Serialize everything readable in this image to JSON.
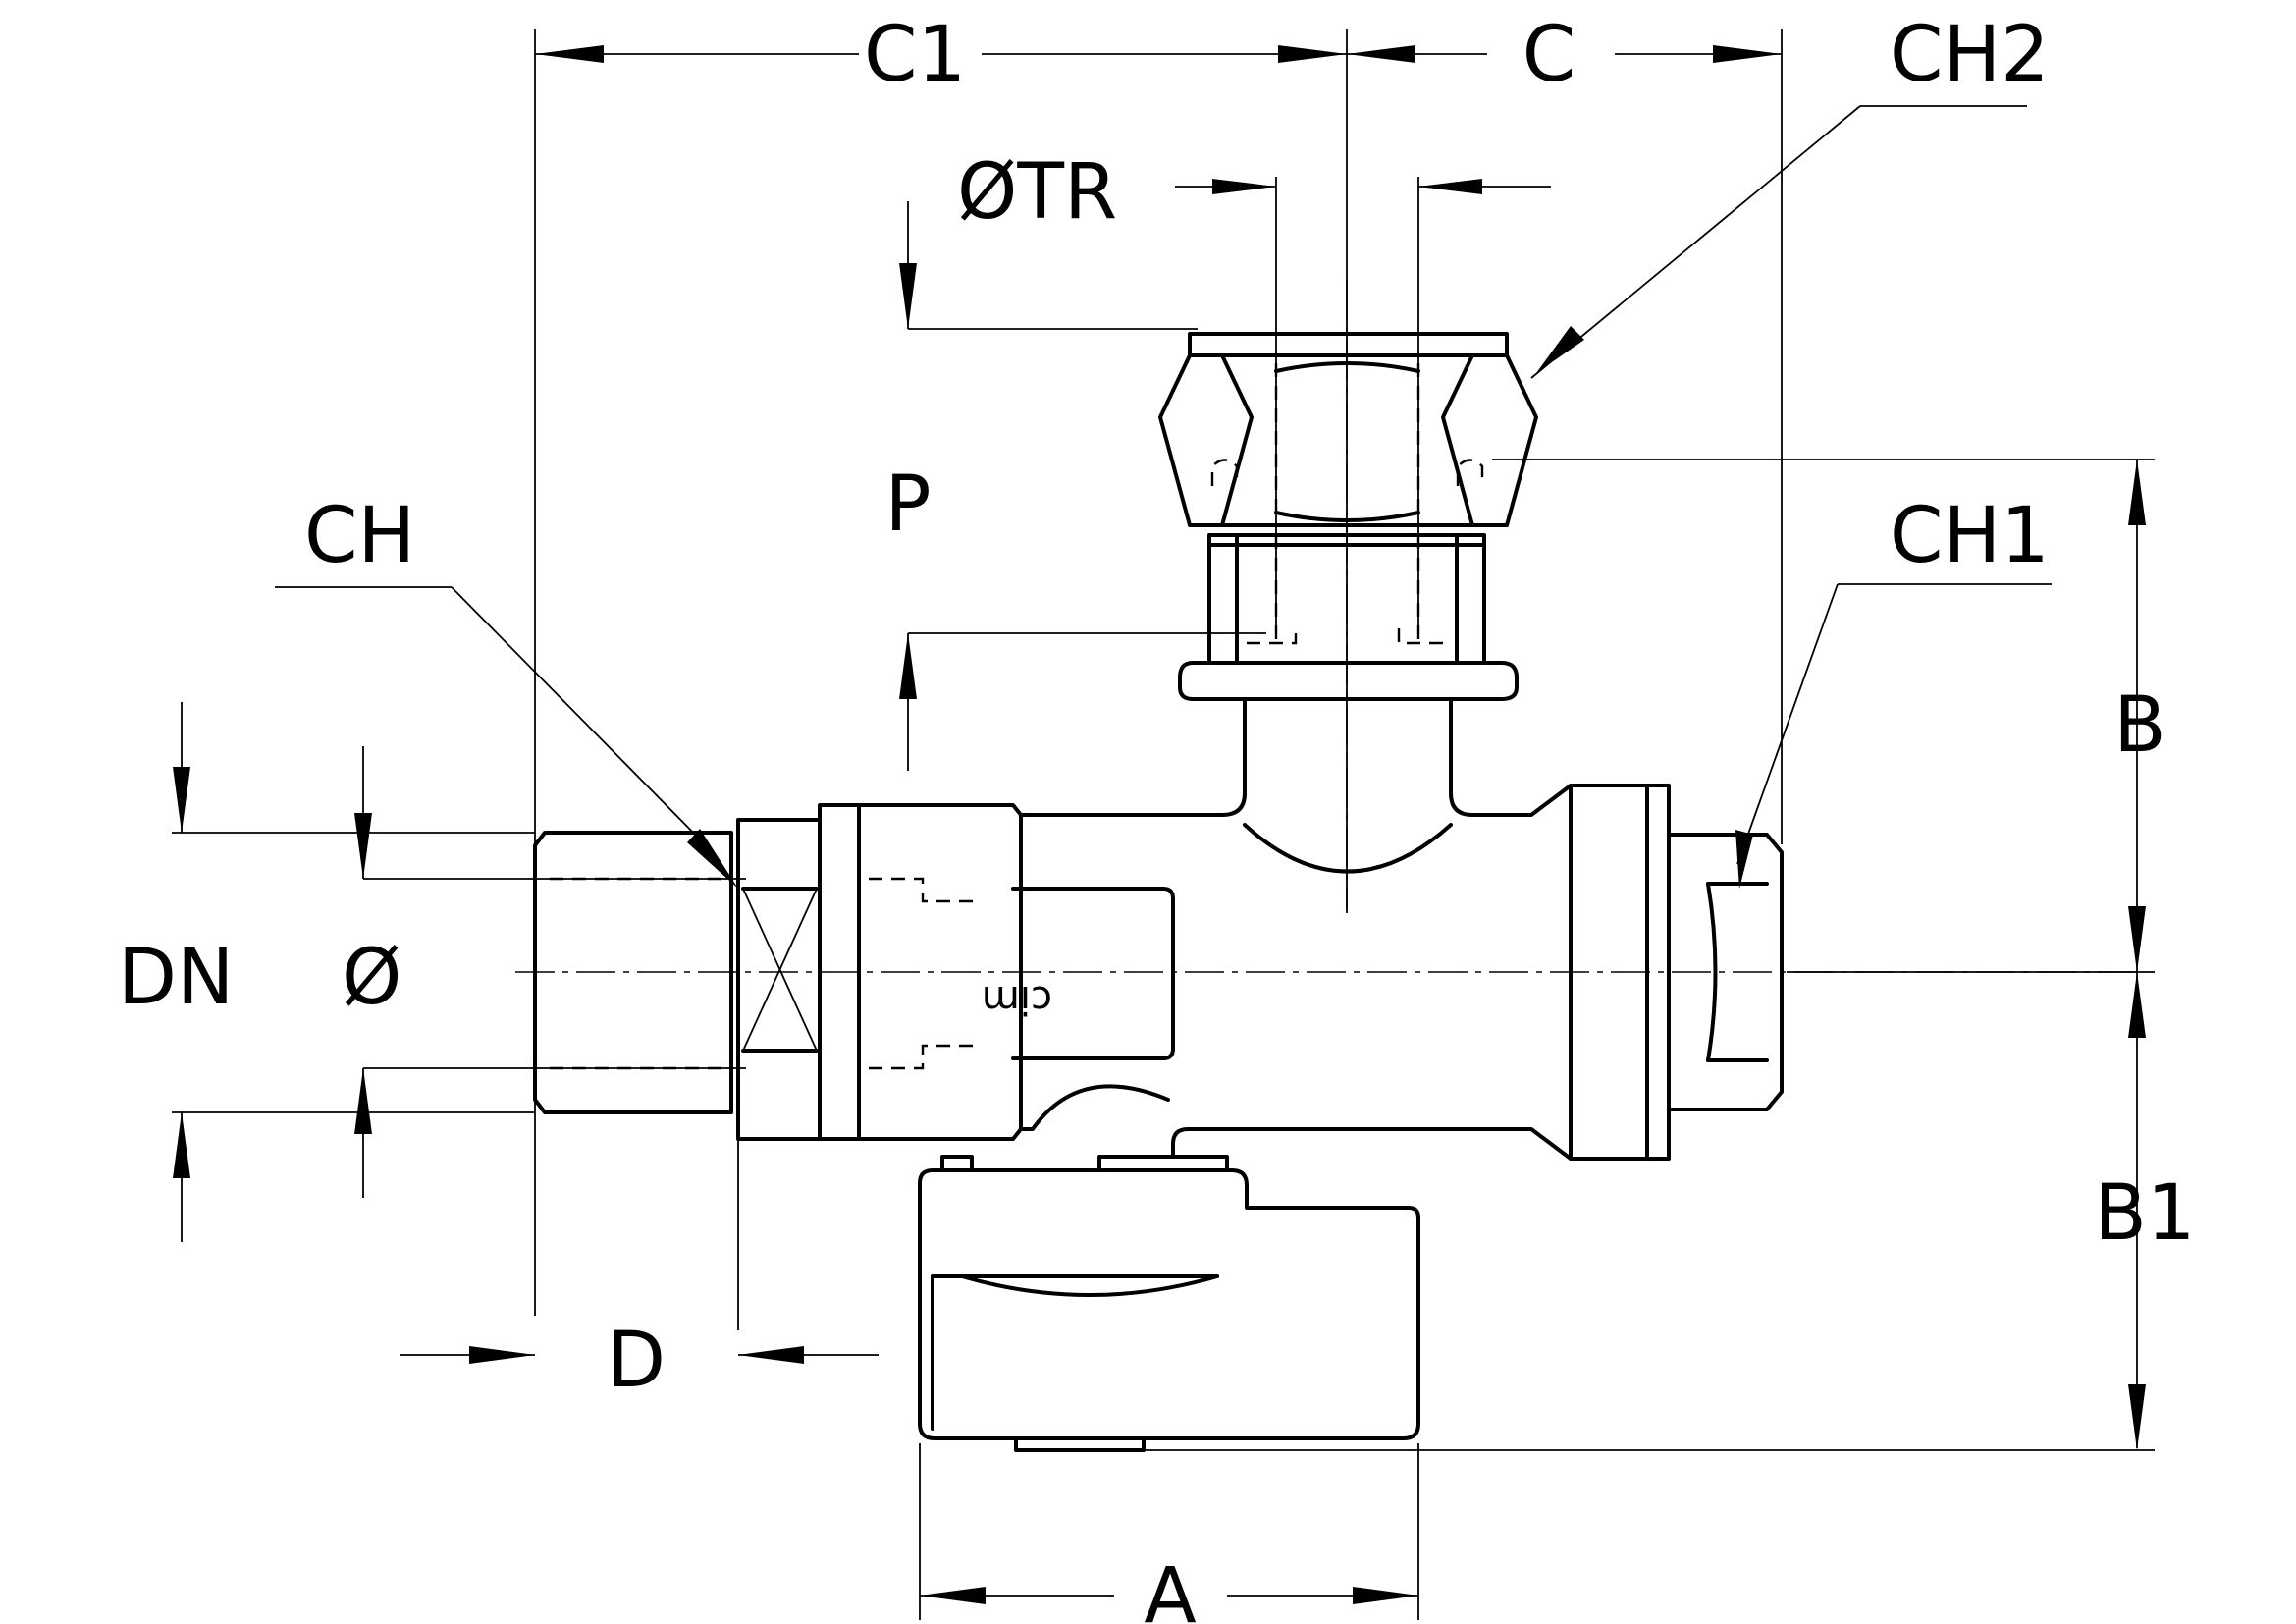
{
  "labels": {
    "c1": "C1",
    "c": "C",
    "ch2": "CH2",
    "otr": "ØTR",
    "p": "P",
    "ch": "CH",
    "ch1": "CH1",
    "b": "B",
    "dn": "DN",
    "dia": "Ø",
    "b1": "B1",
    "d": "D",
    "a": "A"
  },
  "brand_mark": "cim"
}
